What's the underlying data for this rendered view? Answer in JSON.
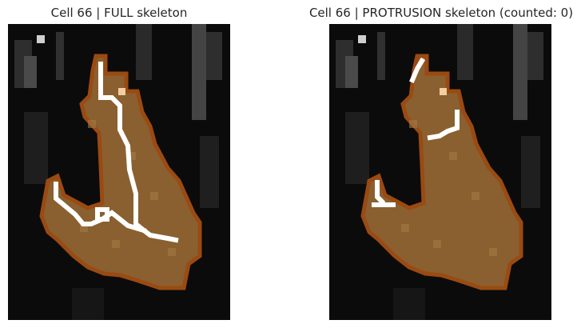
{
  "figure": {
    "panels": [
      {
        "title": "Cell 66 | FULL skeleton",
        "skeleton": "full"
      },
      {
        "title": "Cell 66 | PROTRUSION skeleton (counted: 0)",
        "skeleton": "protrusion"
      }
    ]
  },
  "colors": {
    "background": "#0b0b0b",
    "cell_fill": "#8a6030",
    "cell_outline": "#9a4a12",
    "skeleton": "#ffffff",
    "bright_spot": "#f2cfa0"
  }
}
